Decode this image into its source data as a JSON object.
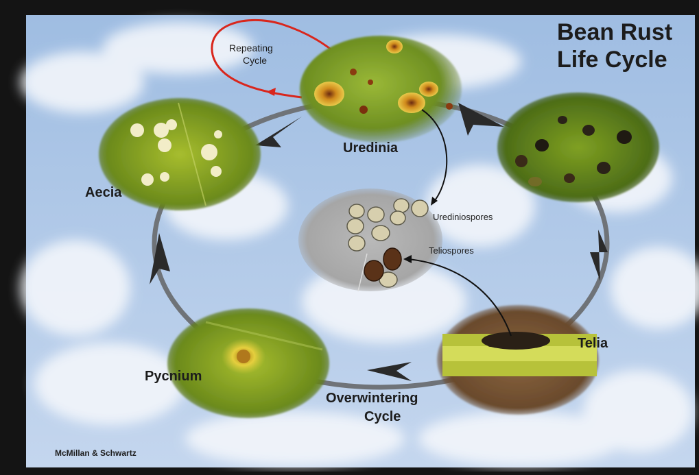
{
  "title_line1": "Bean Rust",
  "title_line2": "Life Cycle",
  "stages": {
    "uredinia": "Uredinia",
    "aecia": "Aecia",
    "pycnium": "Pycnium",
    "telia": "Telia"
  },
  "repeating_cycle_line1": "Repeating",
  "repeating_cycle_line2": "Cycle",
  "overwintering_line1": "Overwintering",
  "overwintering_line2": "Cycle",
  "spores": {
    "urediniospores": "Urediniospores",
    "teliospores": "Teliospores"
  },
  "credit": "McMillan & Schwartz",
  "colors": {
    "sky": "#a9c3e4",
    "cloud": "#f4f6fa",
    "leaf": "#7d9e2c",
    "leaf_dark": "#3e5c15",
    "rust_spot": "#c98a1e",
    "arrow_red": "#d9261c",
    "ring": "#6f7378"
  }
}
